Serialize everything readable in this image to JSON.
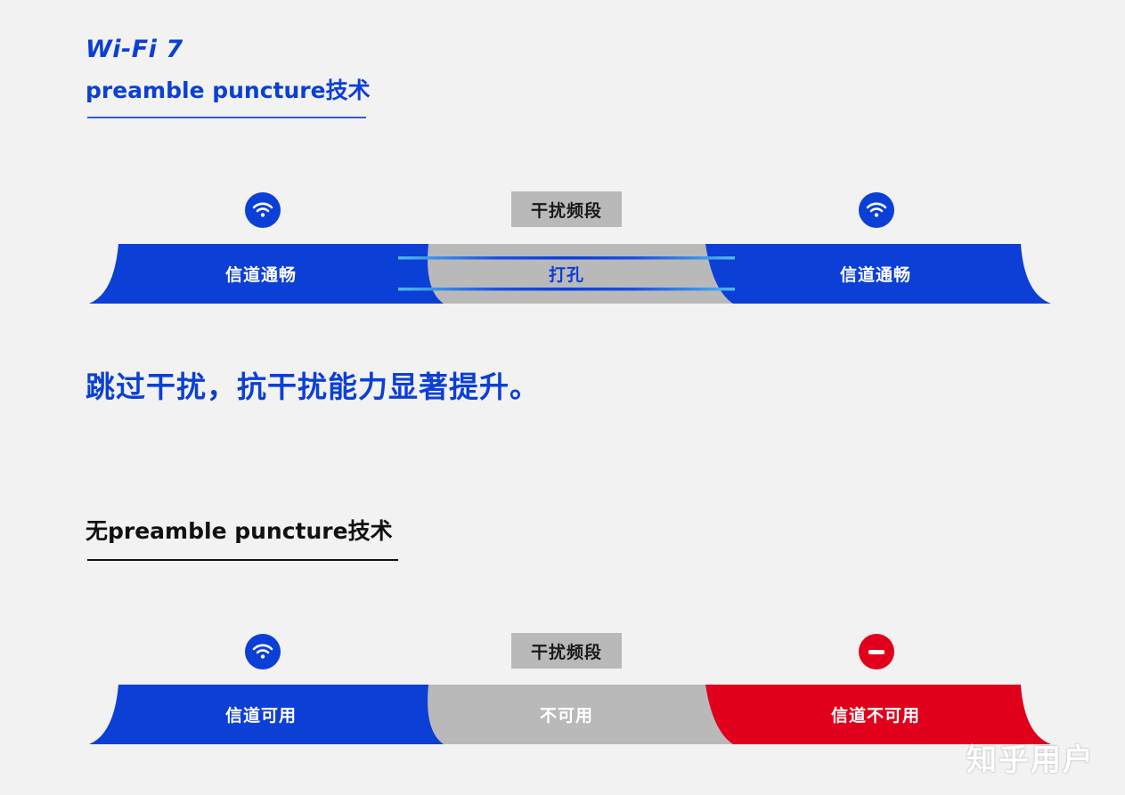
{
  "header": {
    "brand": "Wi-Fi 7",
    "title": "preamble puncture技术"
  },
  "diagram_with": {
    "tag": "干扰频段",
    "left_label": "信道通畅",
    "middle_label": "打孔",
    "right_label": "信道通畅",
    "left_icon": "wifi-icon",
    "right_icon": "wifi-icon"
  },
  "headline": "跳过干扰，抗干扰能力显著提升。",
  "section2": {
    "title": "无preamble puncture技术"
  },
  "diagram_without": {
    "tag": "干扰频段",
    "left_label": "信道可用",
    "middle_label": "不可用",
    "right_label": "信道不可用",
    "left_icon": "wifi-icon",
    "right_icon": "minus-icon"
  },
  "watermark": "知乎用户",
  "colors": {
    "blue": "#0b3fd6",
    "gray": "#b9b9b9",
    "red": "#e0001b",
    "background": "#f2f2f2",
    "puncture_line": "#4fb8ec"
  }
}
